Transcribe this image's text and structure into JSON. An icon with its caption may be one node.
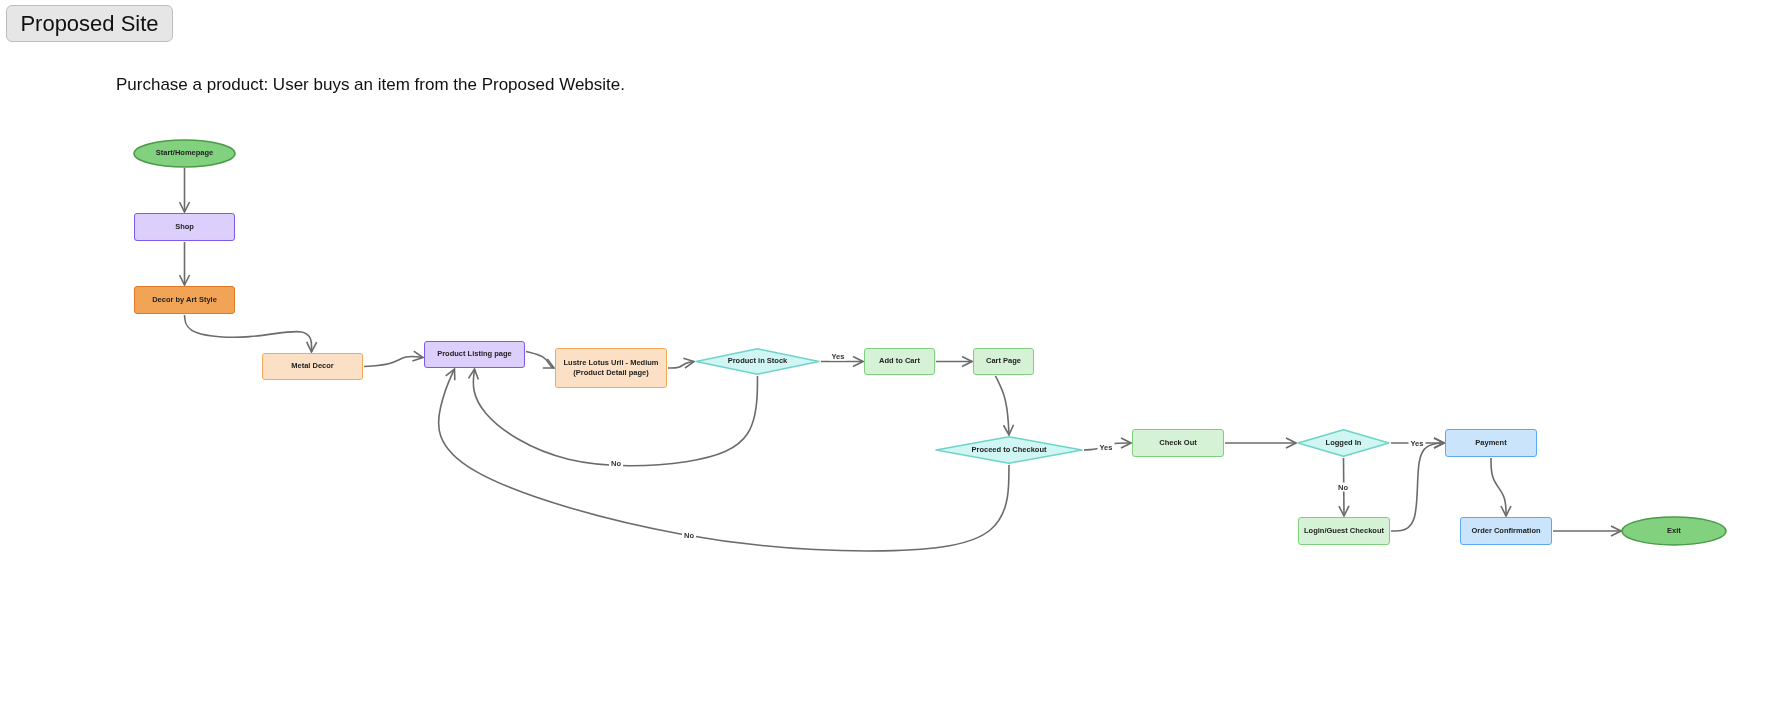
{
  "diagram": {
    "title": "Proposed Site",
    "caption": "Purchase a product: User buys an item from the Proposed Website.",
    "nodes": [
      {
        "text": [
          "Start/Homepage"
        ]
      },
      {
        "text": [
          "Shop"
        ]
      },
      {
        "text": [
          "Decor by Art Style"
        ]
      },
      {
        "text": [
          "Metal Decor"
        ]
      },
      {
        "text": [
          "Product Listing  page"
        ]
      },
      {
        "text": [
          "Lustre Lotus Urli - Medium (Product Detail page)"
        ]
      },
      {
        "text": [
          "Product in Stock"
        ]
      },
      {
        "text": [
          "Add to Cart"
        ]
      },
      {
        "text": [
          "Cart Page"
        ]
      },
      {
        "text": [
          "Proceed to Checkout"
        ]
      },
      {
        "text": [
          "Check Out"
        ]
      },
      {
        "text": [
          "Logged In"
        ]
      },
      {
        "text": [
          "Payment"
        ]
      },
      {
        "text": [
          "Login/Guest Checkout"
        ]
      },
      {
        "text": [
          "Order Confirmation"
        ]
      },
      {
        "text": [
          "Exit"
        ]
      }
    ],
    "edges": [
      {
        "from": 0,
        "to": 1,
        "arrow": "to"
      },
      {
        "from": 1,
        "to": 2,
        "arrow": "to"
      },
      {
        "from": 2,
        "to": 3,
        "arrow": "to"
      },
      {
        "from": 3,
        "to": 4,
        "arrow": "to"
      },
      {
        "from": 4,
        "to": 5,
        "arrow": "to"
      },
      {
        "from": 5,
        "to": 6,
        "arrow": "to"
      },
      {
        "from": 6,
        "to": 7,
        "label": "Yes",
        "arrow": "to"
      },
      {
        "from": 7,
        "to": 8,
        "arrow": "to"
      },
      {
        "from": 8,
        "to": 9,
        "arrow": "to"
      },
      {
        "from": 6,
        "to": 4,
        "label": "No",
        "arrow": "to"
      },
      {
        "from": 9,
        "to": 10,
        "label": "Yes",
        "arrow": "to"
      },
      {
        "from": 9,
        "to": 4,
        "label": "No",
        "arrow": "to"
      },
      {
        "from": 10,
        "to": 11,
        "arrow": "to"
      },
      {
        "from": 11,
        "to": 12,
        "label": "Yes",
        "arrow": "to"
      },
      {
        "from": 11,
        "to": 13,
        "label": "No",
        "arrow": "to"
      },
      {
        "from": 13,
        "to": 12,
        "arrow": "to"
      },
      {
        "from": 12,
        "to": 14,
        "arrow": "to"
      },
      {
        "from": 14,
        "to": 15,
        "arrow": "to"
      }
    ]
  }
}
